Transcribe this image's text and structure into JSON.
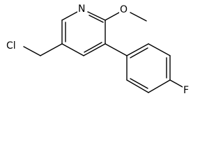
{
  "molecule": {
    "atoms": {
      "nitrogen": "N",
      "oxygen": "O",
      "chlorine": "Cl",
      "fluorine": "F"
    }
  },
  "colors": {
    "bond": "#000000",
    "label": "#000000",
    "background": "#ffffff"
  }
}
